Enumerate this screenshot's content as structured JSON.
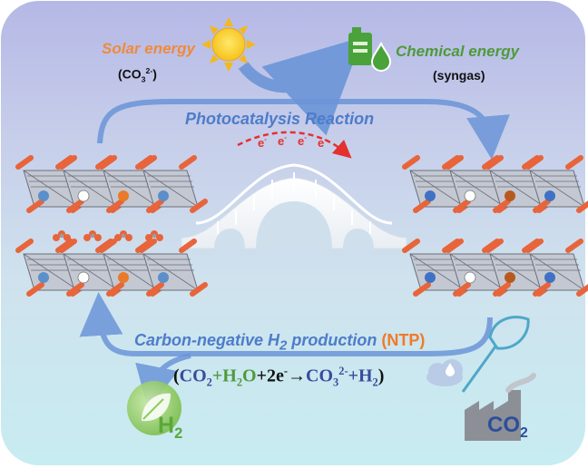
{
  "labels": {
    "solar_energy": "Solar energy",
    "carbonate_prefix": "(CO",
    "carbonate_sub": "3",
    "carbonate_sup": "2-",
    "carbonate_suffix": ")",
    "chemical_energy": "Chemical energy",
    "syngas": "(syngas)",
    "photocatalysis": "Photocatalysis Reaction",
    "carbon_negative_prefix": "Carbon-negative H",
    "carbon_negative_sub": "2",
    "carbon_negative_suffix": " production ",
    "ntp": "(NTP)",
    "h2_main": "H",
    "h2_sub": "2",
    "co2_main": "CO",
    "co2_sub": "2"
  },
  "equation": {
    "open": "(",
    "co2_main": "CO",
    "co2_sub": "2",
    "plus1": "+",
    "h2o_h": "H",
    "h2o_sub": "2",
    "h2o_o": "O",
    "plus2": "+",
    "electrons": "2e",
    "e_sup": "-",
    "arrow": "→",
    "co3_main": "CO",
    "co3_sub": "3",
    "co3_sup": "2-",
    "plus3": "+",
    "h2_main": "H",
    "h2_sub": "2",
    "close": ")"
  },
  "electrons": [
    "e",
    "e",
    "e",
    "e"
  ],
  "electron_charge": "-",
  "colors": {
    "arrow_blue": "#6b95d8",
    "solar_orange": "#f08a3a",
    "chemical_green": "#4e9a3a",
    "electron_red": "#e53030",
    "layer_orange": "#e8643a",
    "site_blue": "#5b8fc9",
    "site_orange": "#e87a2a"
  },
  "icons": [
    "sun-icon",
    "fuel-can-droplet-icon",
    "leaf-icon",
    "factory-icon",
    "cloud-icon",
    "net-icon",
    "bridge-icon",
    "carbonate-ion-icon"
  ]
}
